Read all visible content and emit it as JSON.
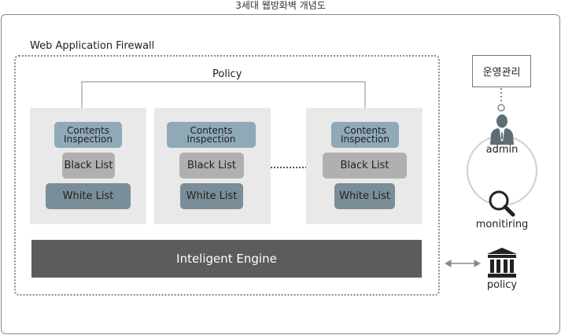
{
  "title": "3세대 웹방화벽 개념도",
  "waf": {
    "label": "Web Application Firewall",
    "policy_label": "Policy",
    "modules": [
      {
        "contents_inspection": "Contents Inspection",
        "black_list": "Black List",
        "white_list": "White List"
      },
      {
        "contents_inspection": "Contents Inspection",
        "black_list": "Black List",
        "white_list": "White List"
      },
      {
        "contents_inspection": "Contents Inspection",
        "black_list": "Black List",
        "white_list": "White List"
      }
    ],
    "engine_label": "Inteligent Engine"
  },
  "side": {
    "management_label": "운영관리",
    "admin_label": "admin",
    "monitoring_label": "monitiring",
    "policy_label": "policy"
  },
  "icons": [
    "admin-person-icon",
    "magnifier-icon",
    "bank-building-icon",
    "double-arrow-icon"
  ]
}
